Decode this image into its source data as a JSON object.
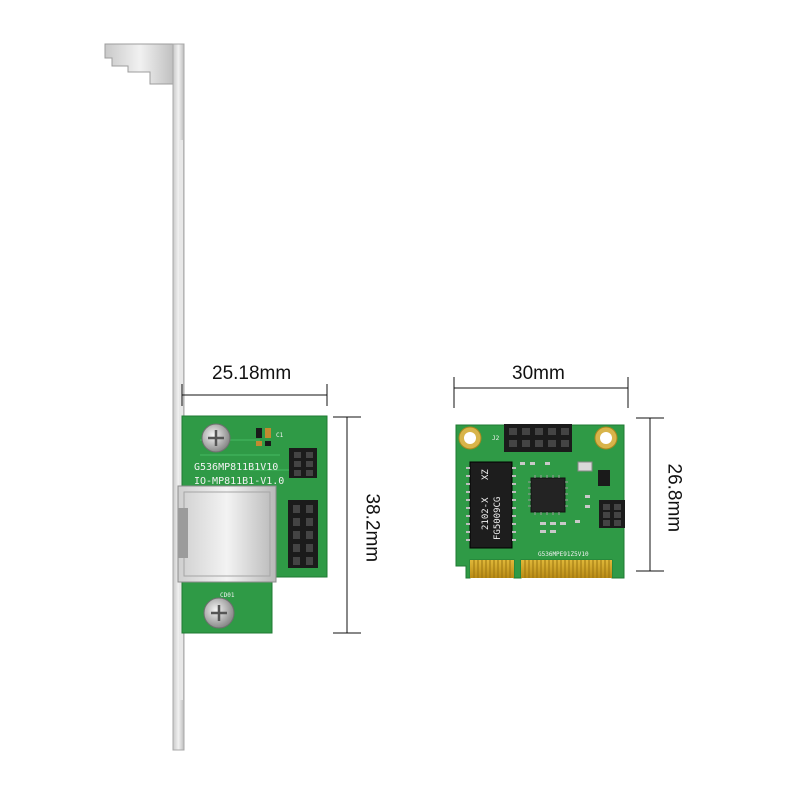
{
  "dimensions": {
    "left_width": "25.18mm",
    "left_height": "38.2mm",
    "right_width": "30mm",
    "right_height": "26.8mm"
  },
  "silkscreen": {
    "left_line1": "G536MP811B1V10",
    "left_line2": "IO-MP811B1-V1.0",
    "left_cap_label": "C1",
    "left_bottom_label": "CD01",
    "right_chip_text_1": "2102-X",
    "right_chip_text_2": "FG5009CG",
    "right_chip_brand": "XZ",
    "right_j2": "J2",
    "right_bottom": "G536MPE91Z5V10"
  },
  "colors": {
    "pcb_green": "#2f9a46",
    "pcb_dark": "#227a36",
    "bracket": "#d9d9d9",
    "gold": "#c9a227",
    "header_black": "#1b1b1b"
  }
}
